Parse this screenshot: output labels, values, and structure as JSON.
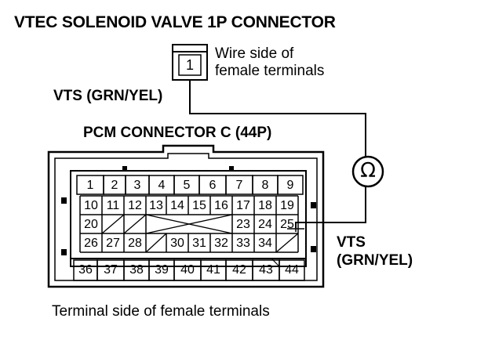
{
  "title": "VTEC SOLENOID VALVE 1P CONNECTOR",
  "vtec_connector": {
    "pin": "1",
    "label_line1": "Wire side of",
    "label_line2": "female terminals"
  },
  "wire_label_top": "VTS (GRN/YEL)",
  "pcm_connector_title": "PCM CONNECTOR C (44P)",
  "meter_symbol": "Ω",
  "wire_label_right_line1": "VTS",
  "wire_label_right_line2": "(GRN/YEL)",
  "bottom_caption": "Terminal side of female terminals",
  "pcm_rows": {
    "row1": [
      "1",
      "2",
      "3",
      "4",
      "5",
      "6",
      "7",
      "8",
      "9"
    ],
    "row2": [
      "10",
      "11",
      "12",
      "13",
      "14",
      "15",
      "16",
      "17",
      "18",
      "19"
    ],
    "row3": [
      "20",
      "23",
      "24",
      "25"
    ],
    "row4": [
      "26",
      "27",
      "28",
      "30",
      "31",
      "32",
      "33",
      "34"
    ],
    "row5": [
      "36",
      "37",
      "38",
      "39",
      "40",
      "41",
      "42",
      "43",
      "44"
    ]
  }
}
